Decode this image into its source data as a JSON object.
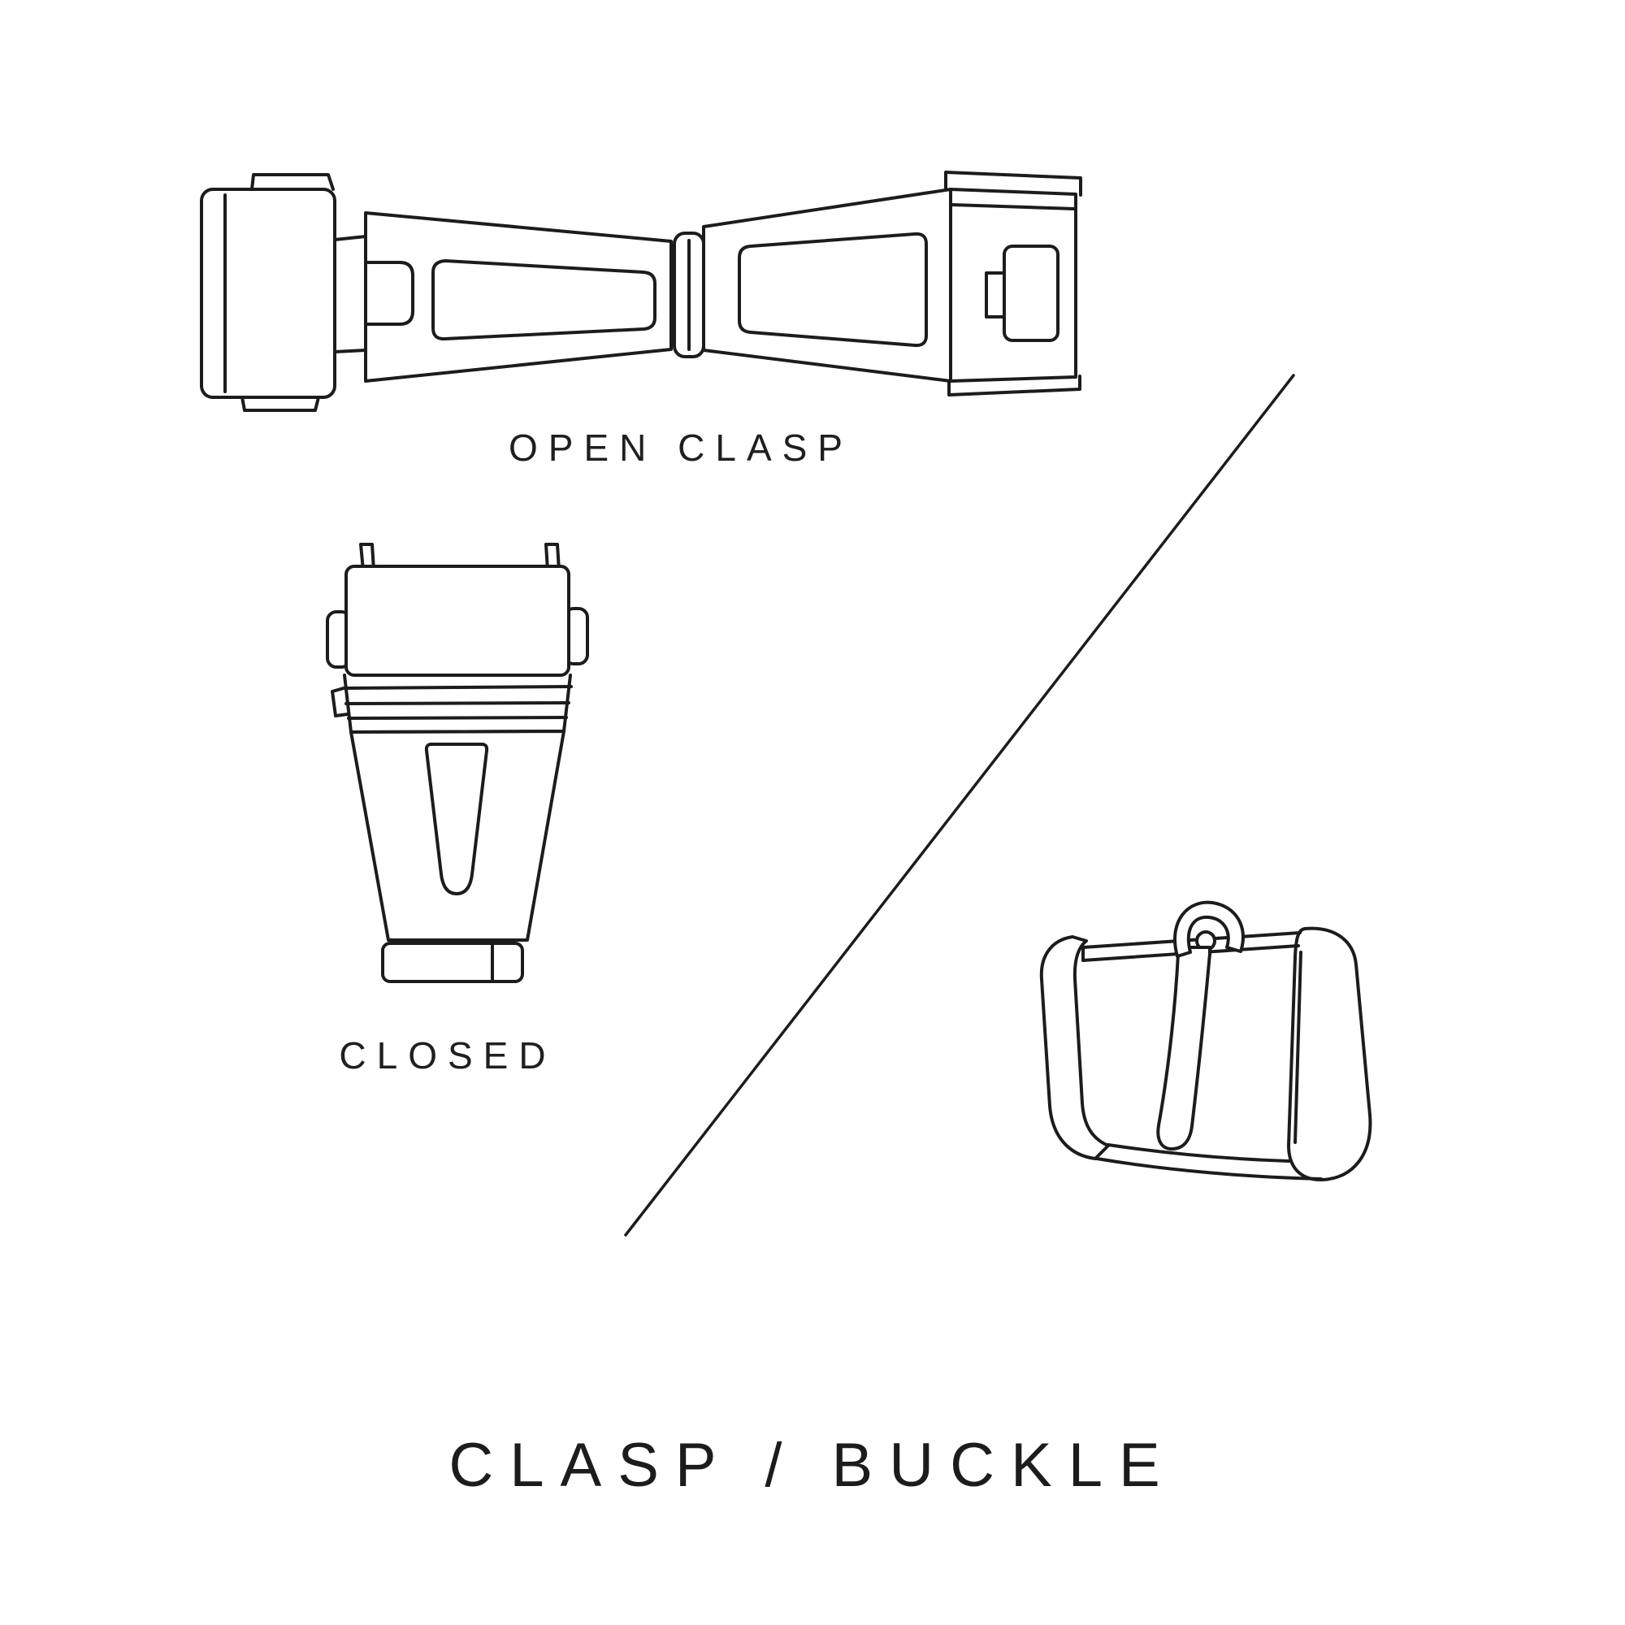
{
  "page": {
    "background_color": "#ffffff",
    "line_color": "#1c1c1c",
    "text_color": "#1f1f1f"
  },
  "figures": {
    "open_clasp": {
      "label": "OPEN CLASP"
    },
    "closed_clasp": {
      "label": "CLOSED"
    },
    "buckle": {
      "name": "tang-buckle-illustration"
    }
  },
  "title": {
    "text": "CLASP / BUCKLE"
  }
}
